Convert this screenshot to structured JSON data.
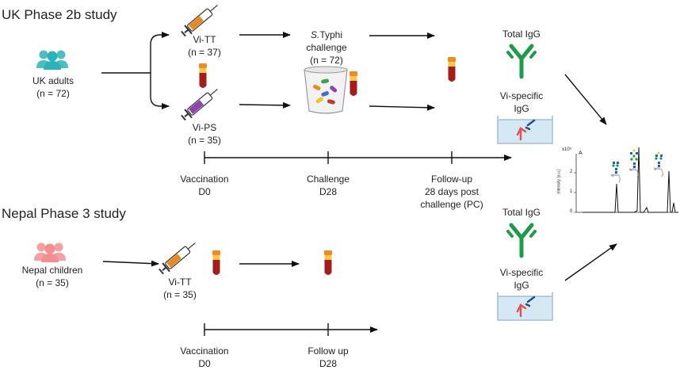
{
  "uk": {
    "title": "UK Phase 2b study",
    "group": "UK adults",
    "group_n": "(n = 72)",
    "arm1": "Vi-TT",
    "arm1_n": "(n = 37)",
    "arm2": "Vi-PS",
    "arm2_n": "(n = 35)",
    "challenge_italic": "S.",
    "challenge_word": "Typhi",
    "challenge_line2": "challenge",
    "challenge_n": "(n = 72)",
    "tl1_line1": "Vaccination",
    "tl1_line2": "D0",
    "tl2_line1": "Challenge",
    "tl2_line2": "D28",
    "tl3_line1": "Follow-up",
    "tl3_line2": "28 days post",
    "tl3_line3": "challenge (PC)",
    "total_igg": "Total IgG",
    "vi_specific_1": "Vi-specific",
    "vi_specific_2": "IgG"
  },
  "nepal": {
    "title": "Nepal Phase 3 study",
    "group": "Nepal children",
    "group_n": "(n = 35)",
    "arm1": "Vi-TT",
    "arm1_n": "(n = 35)",
    "tl1_line1": "Vaccination",
    "tl1_line2": "D0",
    "tl2_line1": "Follow up",
    "tl2_line2": "D28",
    "total_igg": "Total IgG",
    "vi_specific_1": "Vi-specific",
    "vi_specific_2": "IgG"
  },
  "spectrum": {
    "y_label": "Intensity [a.u.]",
    "scale": "x10⁵",
    "panel": "A",
    "y_ticks": [
      "0",
      "1",
      "2"
    ],
    "peak_labels": [
      "IgG1",
      "IgG1",
      "IgG1"
    ]
  },
  "colors": {
    "uk_people": "#2bb3b8",
    "nepal_people": "#f48f8f",
    "antibody": "#1f9a4a",
    "syringe_orange": "#e98a1f",
    "syringe_purple": "#8e44ad",
    "blood": "#a31d1d",
    "tube_cap": "#f08a24"
  }
}
